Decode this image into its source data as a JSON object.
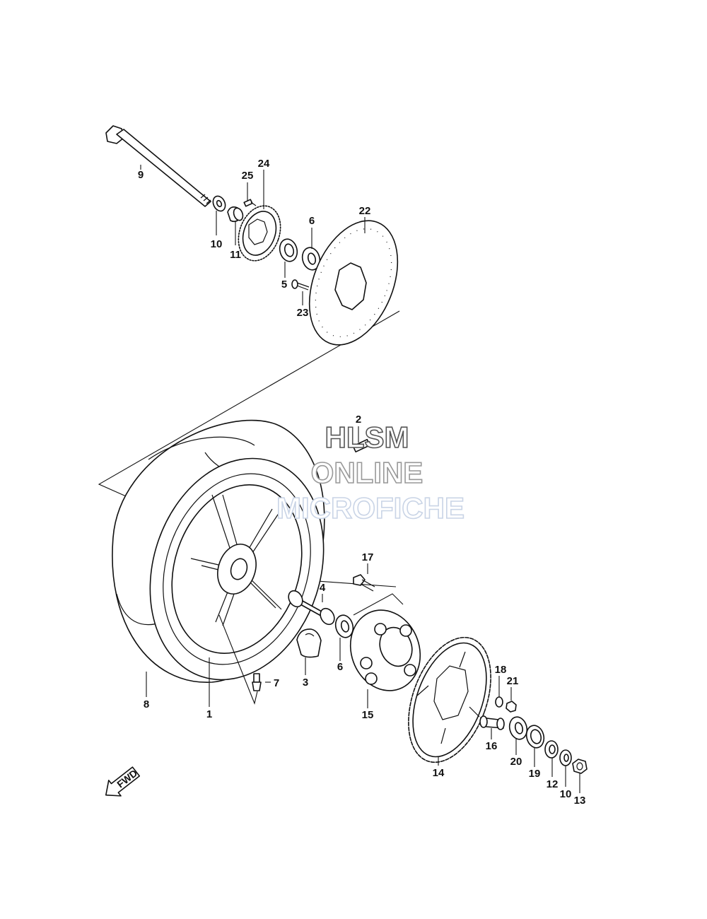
{
  "watermark": {
    "line1": "HLSM",
    "line2": "ONLINE",
    "line3": "MICROFICHE",
    "colors": [
      "#555555",
      "#999999",
      "#c9d4e6"
    ]
  },
  "direction_label": "FWD",
  "callouts": [
    {
      "id": "c1",
      "text": "1"
    },
    {
      "id": "c2",
      "text": "2"
    },
    {
      "id": "c3",
      "text": "3"
    },
    {
      "id": "c4",
      "text": "4"
    },
    {
      "id": "c5",
      "text": "5"
    },
    {
      "id": "c6a",
      "text": "6"
    },
    {
      "id": "c6b",
      "text": "6"
    },
    {
      "id": "c7",
      "text": "7"
    },
    {
      "id": "c8",
      "text": "8"
    },
    {
      "id": "c9",
      "text": "9"
    },
    {
      "id": "c10a",
      "text": "10"
    },
    {
      "id": "c10b",
      "text": "10"
    },
    {
      "id": "c11",
      "text": "11"
    },
    {
      "id": "c12",
      "text": "12"
    },
    {
      "id": "c13",
      "text": "13"
    },
    {
      "id": "c14",
      "text": "14"
    },
    {
      "id": "c15",
      "text": "15"
    },
    {
      "id": "c16",
      "text": "16"
    },
    {
      "id": "c17",
      "text": "17"
    },
    {
      "id": "c18",
      "text": "18"
    },
    {
      "id": "c19",
      "text": "19"
    },
    {
      "id": "c20",
      "text": "20"
    },
    {
      "id": "c21",
      "text": "21"
    },
    {
      "id": "c22",
      "text": "22"
    },
    {
      "id": "c23",
      "text": "23"
    },
    {
      "id": "c24",
      "text": "24"
    },
    {
      "id": "c25",
      "text": "25"
    }
  ]
}
